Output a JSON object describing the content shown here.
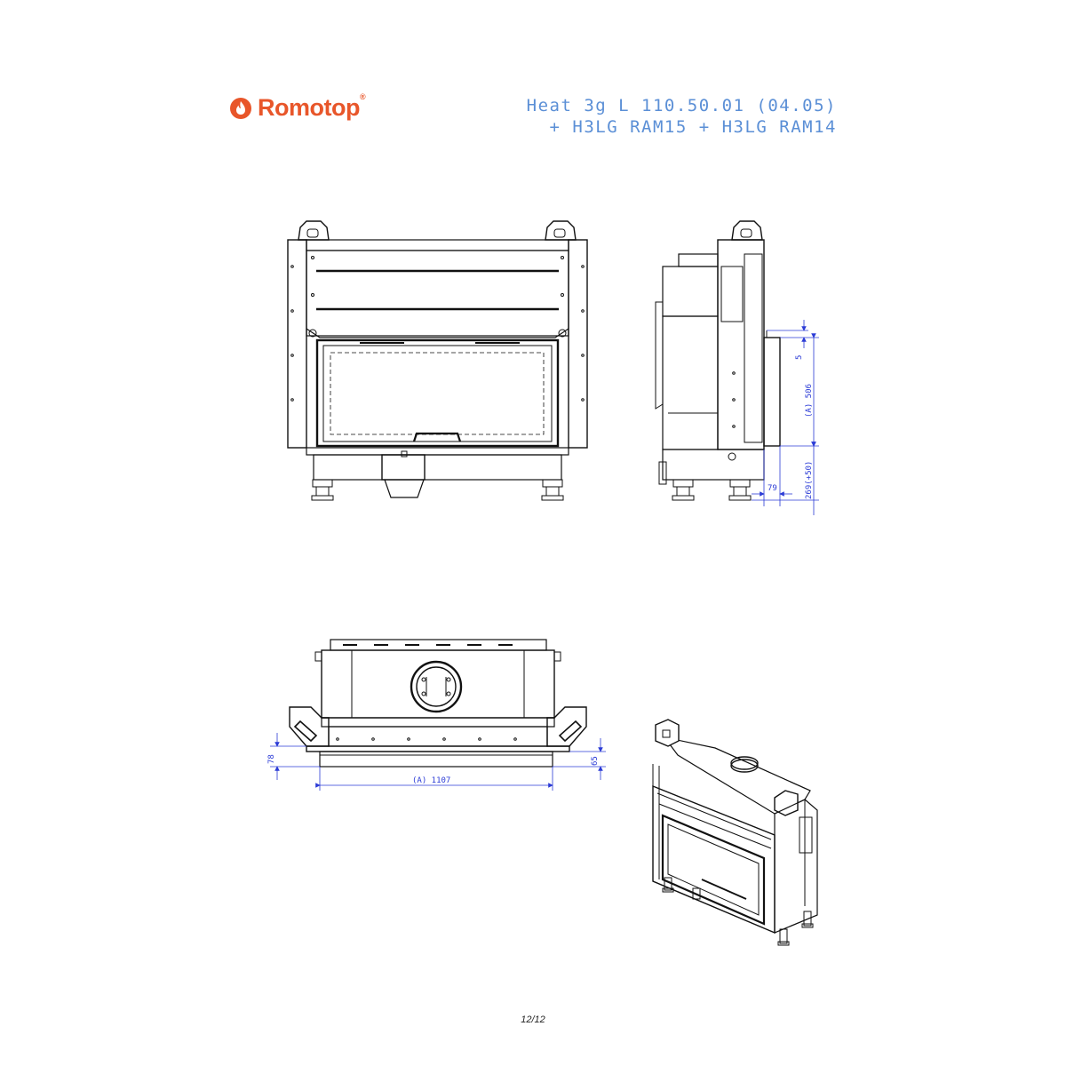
{
  "brand": {
    "name": "Romotop",
    "mark": "®",
    "color": "#e8562a"
  },
  "title": {
    "line1": "Heat 3g L 110.50.01 (04.05)",
    "line2": "+ H3LG RAM15 + H3LG RAM14",
    "color": "#5b8fd6"
  },
  "dimensions": {
    "color": "#2b3bd6",
    "d5": "5",
    "a506": "(A) 506",
    "h269": "269(+50)",
    "d79": "79",
    "d78": "78",
    "d65": "65",
    "a1107": "(A) 1107"
  },
  "page": "12/12"
}
